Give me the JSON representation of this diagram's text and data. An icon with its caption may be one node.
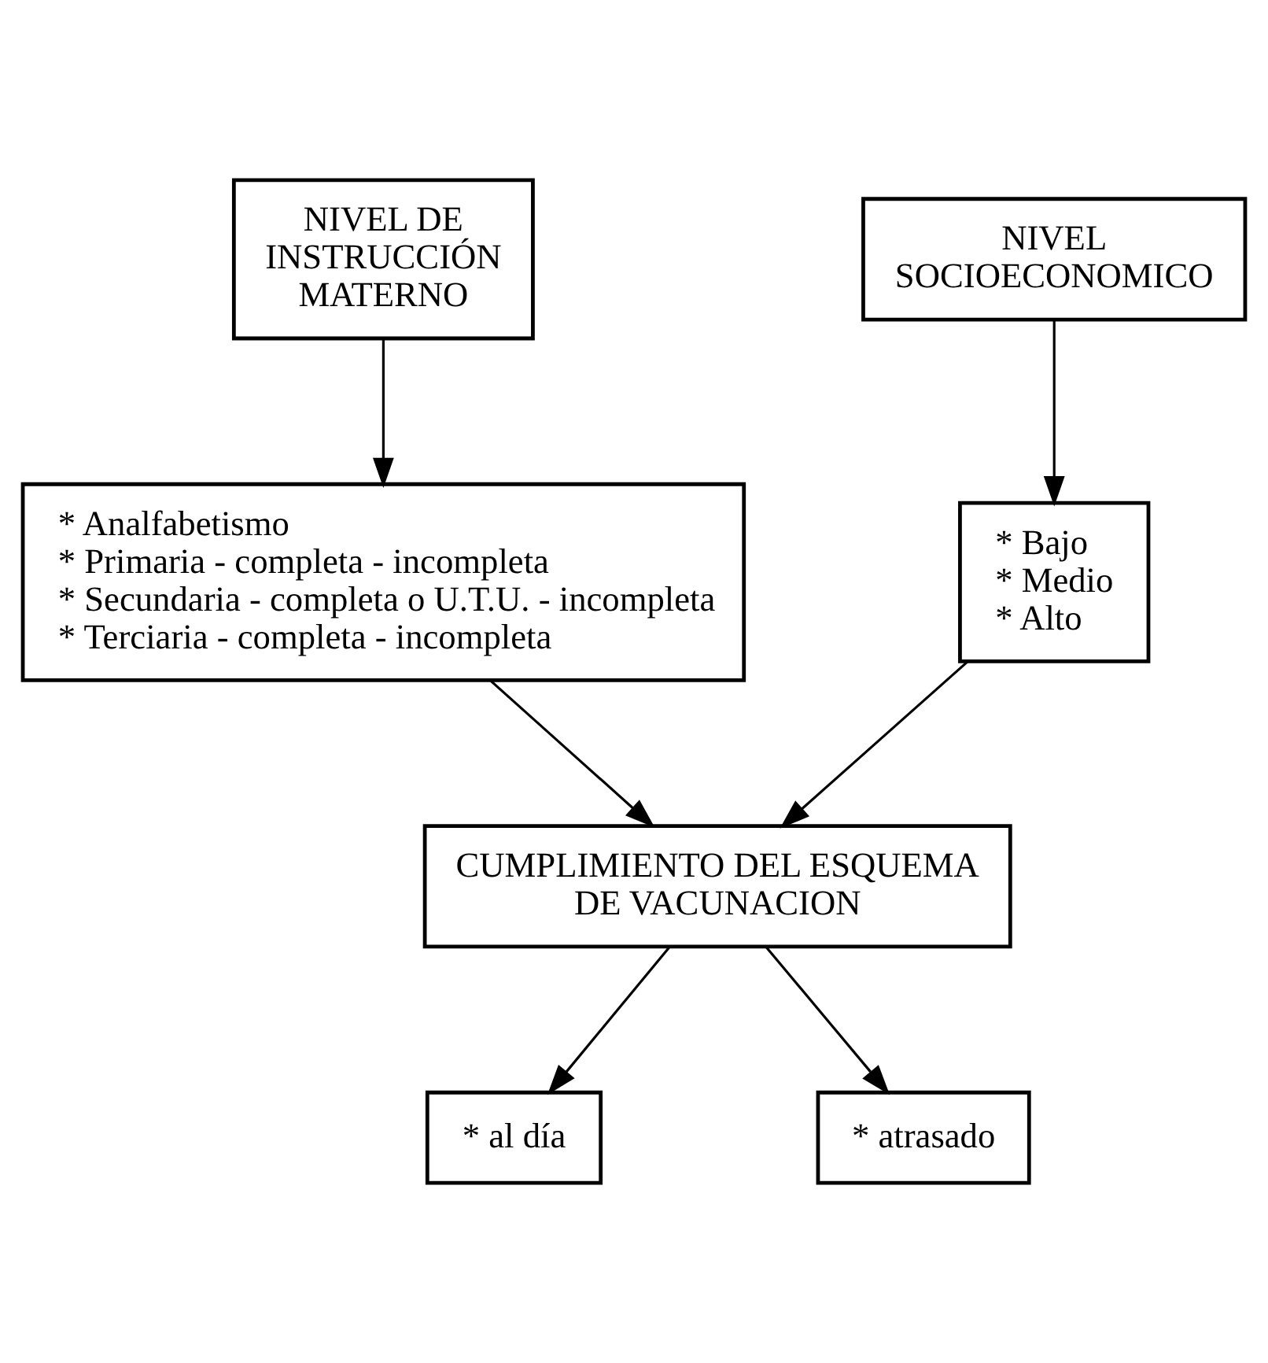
{
  "diagram": {
    "nodes": [
      {
        "text": [
          "NIVEL DE INSTRUCCIÓN MATERNO"
        ]
      },
      {
        "text": [
          "NIVEL SOCIOECONOMICO"
        ]
      },
      {
        "text": [
          "* Analfabetismo",
          "* Primaria - completa - incompleta",
          "* Secundaria - completa o U.T.U. - incompleta",
          "* Terciaria - completa - incompleta"
        ]
      },
      {
        "text": [
          "* Bajo",
          "* Medio",
          "* Alto"
        ]
      },
      {
        "text": [
          "CUMPLIMIENTO DEL ESQUEMA DE VACUNACION"
        ]
      },
      {
        "text": [
          "* al día"
        ]
      },
      {
        "text": [
          "* atrasado"
        ]
      }
    ],
    "edges": [
      {
        "from": 0,
        "to": 2,
        "arrow": "to"
      },
      {
        "from": 1,
        "to": 3,
        "arrow": "to"
      },
      {
        "from": 2,
        "to": 4,
        "arrow": "to"
      },
      {
        "from": 3,
        "to": 4,
        "arrow": "to"
      },
      {
        "from": 4,
        "to": 5,
        "arrow": "to"
      },
      {
        "from": 4,
        "to": 6,
        "arrow": "to"
      }
    ]
  }
}
